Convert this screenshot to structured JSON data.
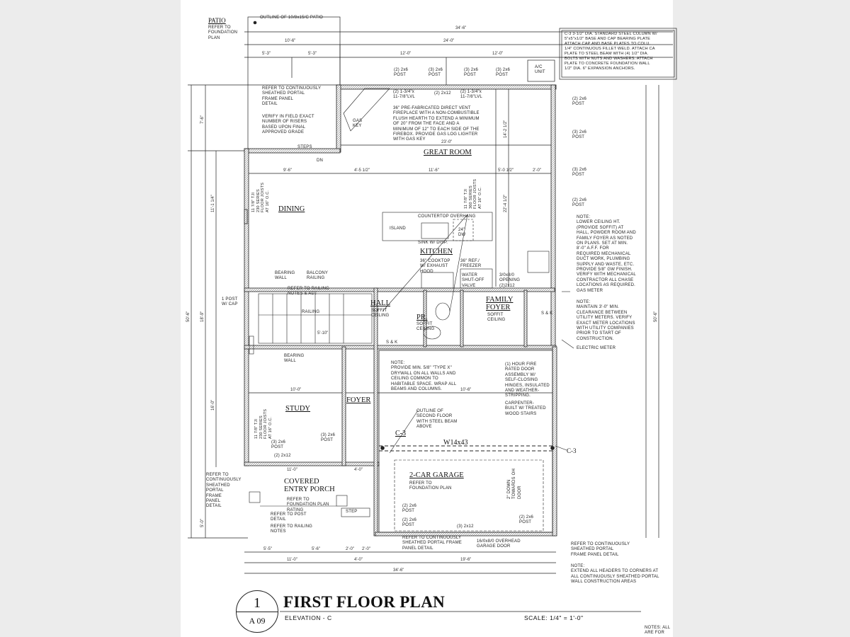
{
  "title": {
    "number": "1",
    "sheet": "A 09",
    "name": "FIRST FLOOR PLAN",
    "elevation": "ELEVATION - C",
    "scale": "SCALE: 1/4\" = 1'-0\""
  },
  "rooms": {
    "patio": "PATIO",
    "great_room": "GREAT ROOM",
    "dining": "DINING",
    "kitchen": "KITCHEN",
    "hall": "HALL",
    "pr": "PR.",
    "family_foyer": "FAMILY\nFOYER",
    "study": "STUDY",
    "foyer": "FOYER",
    "garage": "2-CAR GARAGE",
    "porch": "COVERED\nENTRY PORCH"
  },
  "notes": {
    "patio_ref": "REFER TO\nFOUNDATION\nPLAN",
    "patio_outline": "OUTLINE OF 10/8x15/C PATIO",
    "column": "C-3  3-1/2\" DIA. STANDARD STEEL COLUMN W/\n5\"x5\"x1/2\" BASE AND CAP BEARING PLATE\nATTACH CAP AND BASE PLATES TO COLU.\n1/4\" CONTINUOUS FILLET WELD. ATTACH CA\nPLATE TO STEEL BEAM WITH (4) 1/2\" DIA.\nBOLTS WITH NUTS AND WASHERS. ATTACH\nPLATE TO CONCRETE FOUNDATION WALL\n1/2\" DIA. 6\" EXPANSION ANCHORS.",
    "ac_unit": "A/C\nUNIT",
    "portal_top": "REFER TO CONTINUOUSLY\nSHEATHED PORTAL\nFRAME PANEL\nDETAIL",
    "risers": "VERIFY IN FIELD EXACT\nNUMBER OF RISERS\nBASED UPON FINAL\nAPPROVED GRADE",
    "steps": "STEPS",
    "dn": "DN",
    "fireplace": "36\" PRE-FABRICATED DIRECT VENT\nFIREPLACE WITH A NON-COMBUSTIBLE\nFLUSH HEARTH TO EXTEND A MINIMUM\nOF 20\" FROM THE FACE AND A\nMINIMUM OF 12\" TO EACH SIDE OF THE\nFIREBOX. PROVIDE GAS LOG LIGHTER\nWITH GAS KEY",
    "gas_key": "GAS\nKEY",
    "lower_ceiling": "NOTE:\nLOWER CEILING HT.\n(PROVIDE SOFFIT) AT\nHALL, POWDER ROOM AND\nFAMILY FOYER AS NOTED\nON PLANS. SET AT MIN.\n8'-0\" A.F.F. FOR\nREQUIRED MECHANICAL\nDUCT WORK, PLUMBING\nSUPPLY AND WASTE, ETC.\nPROVIDE 5/8\" GW FINISH.\nVERIFY WITH MECHANICAL\nCONTRACTOR ALL CHASE\nLOCATIONS AS REQUIRED.",
    "gas_meter": "GAS METER",
    "meter_clearance": "NOTE:\nMAINTAIN 3'-0\" MIN.\nCLEARANCE BETWEEN\nUTILITY METERS. VERIFY\nEXACT METER LOCATIONS\nWITH UTILITY COMPANIES\nPRIOR TO START OF\nCONSTRUCTION.",
    "electric_meter": "ELECTRIC METER",
    "countertop": "COUNTERTOP OVERHANG",
    "island": "ISLAND",
    "sink": "SINK W/ DISP.",
    "dw": "24\"\nDW",
    "cooktop": "36\" COOKTOP\nW/ EXHAUST\nHOOD",
    "fridge": "36\" REF./\nFREEZER",
    "water_valve": "WATER\nSHUT-OFF\nVALVE",
    "opening": "3/0x8/0\nOPENING\n(2)2x12",
    "bearing_wall_1": "BEARING\nWALL",
    "balcony": "BALCONY\nRAILING",
    "railing_ref": "REFER TO RAILING\nNOTES & ADT",
    "railing": "RAILING",
    "post_cap": "1 POST\nW/ CAP",
    "soffit_hall": "SOFFIT\nCEILING",
    "soffit_pr": "SOFFIT\nCEILING",
    "soffit_family": "SOFFIT\nCEILING",
    "sk_1": "S & K",
    "sk_2": "S & K",
    "bearing_wall_2": "BEARING\nWALL",
    "drywall": "NOTE:\nPROVIDE MIN. 5/8\" \"TYPE X\"\nDRYWALL ON ALL WALLS AND\nCEILING COMMON TO\nHABITABLE SPACE. WRAP ALL\nBEAMS AND COLUMNS.",
    "fire_door": "(1) HOUR FIRE\nRATED DOOR\nASSEMBLY W/\nSELF-CLOSING\nHINGES, INSULATED\nAND WEATHER-\nSTRIPPING.",
    "stairs": "CARPENTER-\nBUILT W/ TREATED\nWOOD STAIRS",
    "second_floor": "OUTLINE OF\nSECOND FLOOR\nWITH STEEL BEAM\nABOVE",
    "beam": "W14x43",
    "c3_left": "C-3",
    "c3_right": "C-3",
    "garage_ref": "REFER TO\nFOUNDATION PLAN",
    "slope": "2\" DOWN\nTOWARDS OH\nDOOR",
    "garage_door": "16/0x8/0 OVERHEAD\nGARAGE DOOR",
    "portal_garage_left": "REFER TO CONTINUOUSLY\nSHEATHED PORTAL FRAME\nPANEL DETAIL",
    "portal_garage_right": "REFER TO CONTINUOUSLY\nSHEATHED PORTAL\nFRAME PANEL DETAIL",
    "headers": "NOTE:\nEXTEND ALL HEADERS TO CORNERS AT\nALL CONTINUOUSLY SHEATHED PORTAL\nWALL CONSTRUCTION AREAS",
    "portal_porch": "REFER TO\nCONTINUOUSLY\nSHEATHED\nPORTAL\nFRAME\nPANEL\nDETAIL",
    "porch_ref": "REFER TO\nFOUNDATION PLAN\nRATING",
    "post_detail": "REFER TO POST\nDETAIL",
    "railing_notes": "REFER TO RAILING\nNOTES",
    "step": "STEP",
    "header_2x12": "(2) 2x12",
    "post_study": "(3) 2x6\nPOST",
    "post_foyer": "(3) 2x6\nPOST",
    "post_g1": "(2) 2x6\nPOST",
    "post_g2": "(2) 2x6\nPOST",
    "post_g3": "(2) 2x6\nPOST",
    "header_g": "(3) 2x12",
    "lvl_1": "(2) 1-3/4\"x\n11-7/8\"LVL",
    "header_top": "(2) 2x12",
    "lvl_2": "(2) 1-3/4\"x\n11-7/8\"LVL",
    "post_t1": "(2) 2x6\nPOST",
    "post_t2": "(3) 2x6\nPOST",
    "post_t3": "(3) 2x6\nPOST",
    "post_t4": "(3) 2x6\nPOST",
    "post_r1": "(2) 2x6\nPOST",
    "post_r2": "(3) 2x6\nPOST",
    "post_r3": "(3) 2x6\nPOST",
    "post_r4": "(2) 2x6\nPOST",
    "joists_dining": "11 7/8\" TJI\n230 SERIES\nFLOOR JOISTS\nAT 16\" O.C.",
    "joists_study": "11 7/8\" TJI\n230 SERIES\nFLOOR JOISTS\nAT 16\" O.C.",
    "joists_great": "11 7/8\" TJI\n360 SERIES\nFLOOR JOISTS\nAT 16\" O.C.",
    "notes_all": "NOTES: ALL\nARE FOR"
  },
  "dimensions": {
    "overall_top": "34'-6\"",
    "top_a": "10'-6\"",
    "top_b": "24'-0\"",
    "top_c": "5'-3\"",
    "top_d": "5'-3\"",
    "top_e": "12'-0\"",
    "top_f": "12'-0\"",
    "great_width": "23'-0\"",
    "dining_w": "9'-6\"",
    "great_a": "4'-5 1/2\"",
    "great_b": "11'-6\"",
    "great_c": "5'-0 1/2\"",
    "great_d": "2'-0\"",
    "study_w": "10'-0\"",
    "garage_mid": "10'-6\"",
    "stair_w": "5'-10\"",
    "porch_w": "11'-0\"",
    "porch_step": "4'-0\"",
    "bot_a": "5'-5\"",
    "bot_b": "5'-6\"",
    "bot_c": "2'-0\"",
    "bot_d": "2'-0\"",
    "bot_e": "11'-0\"",
    "bot_f": "4'-0\"",
    "bot_g": "19'-6\"",
    "bot_overall": "34'-6\"",
    "left_a": "7'-6\"",
    "left_b": "11'-1 1/4\"",
    "left_c": "16'-0\"",
    "left_d": "50'-6\"",
    "left_e": "18'-9\"",
    "left_f": "5'-0\"",
    "right_overall": "50'-6\"",
    "right_a": "14'-2 1/2\"",
    "right_b": "22'-4 1/2\""
  }
}
